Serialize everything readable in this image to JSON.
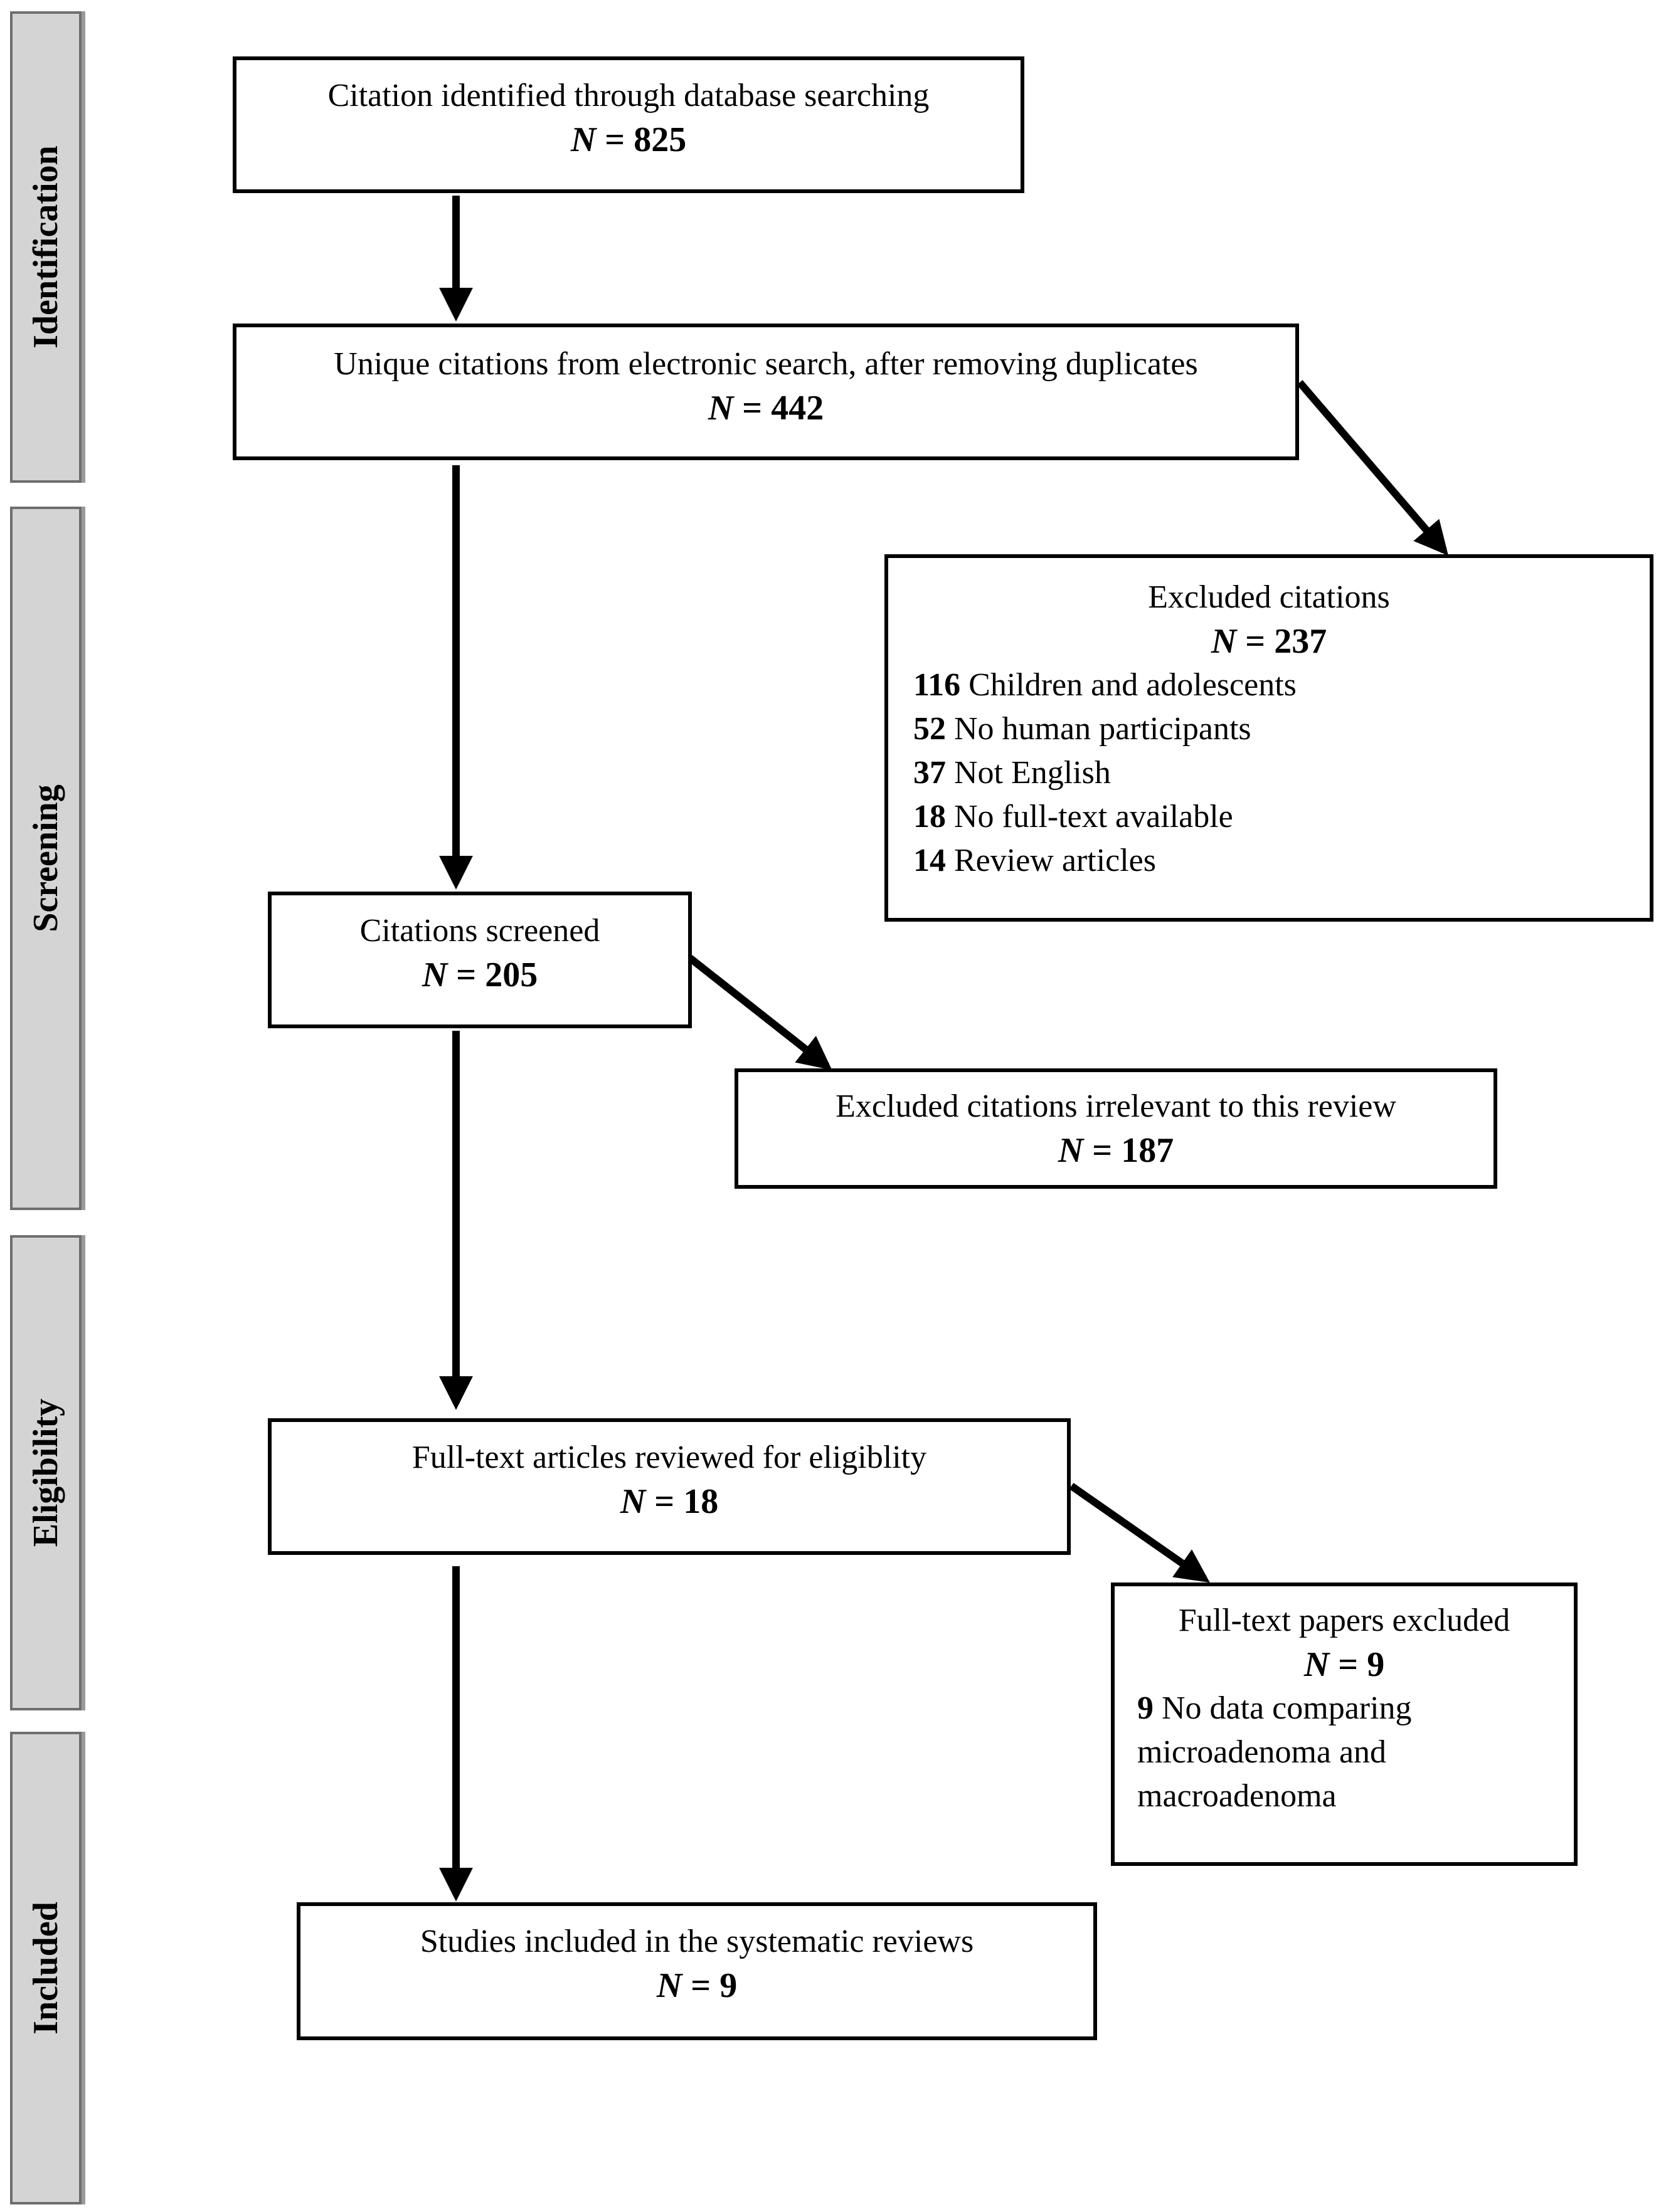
{
  "phases": [
    {
      "label": "Identification"
    },
    {
      "label": "Screening"
    },
    {
      "label": "Eligibility"
    },
    {
      "label": "Included"
    }
  ],
  "n_symbol": "N",
  "n_equals": " = ",
  "boxes": {
    "identified": {
      "title": "Citation identified through database searching",
      "n": "825"
    },
    "unique": {
      "title": "Unique citations from electronic search, after removing duplicates",
      "n": "442"
    },
    "excluded": {
      "title": "Excluded citations",
      "n": "237",
      "reasons": [
        {
          "count": "116",
          "text": "Children and adolescents"
        },
        {
          "count": "52",
          "text": "No human participants"
        },
        {
          "count": "37",
          "text": "Not English"
        },
        {
          "count": "18",
          "text": "No full-text available"
        },
        {
          "count": "14",
          "text": " Review articles"
        }
      ]
    },
    "screened": {
      "title": "Citations screened",
      "n": "205"
    },
    "irrelevant": {
      "title": "Excluded citations irrelevant to this review",
      "n": "187"
    },
    "fulltext": {
      "title": "Full-text articles reviewed for eligiblity",
      "n": "18"
    },
    "fulltext_excluded": {
      "title": "Full-text papers excluded",
      "n": "9",
      "reasons": [
        {
          "count": "9",
          "text": "No data comparing"
        },
        {
          "count": "",
          "text": "microadenoma and"
        },
        {
          "count": "",
          "text": "macroadenoma"
        }
      ]
    },
    "included": {
      "title": "Studies included in the systematic reviews",
      "n": "9"
    }
  }
}
